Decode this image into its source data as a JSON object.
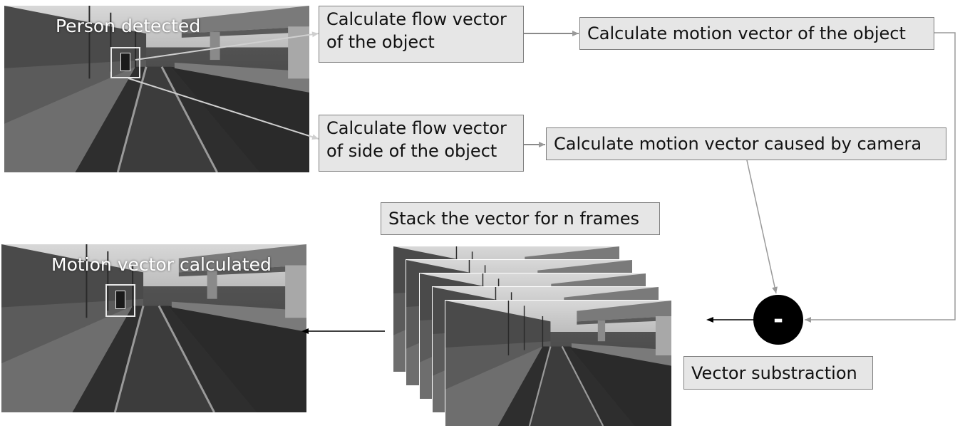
{
  "input_frame": {
    "label": "Person detected"
  },
  "output_frame": {
    "label": "Motion vector calculated"
  },
  "steps": {
    "flow_object": [
      "Calculate flow vector",
      "of the object"
    ],
    "motion_object": "Calculate motion vector of the object",
    "flow_side": [
      "Calculate flow vector",
      "of side of the object"
    ],
    "motion_camera": "Calculate motion vector caused by camera",
    "stack": "Stack the vector for n frames",
    "subtraction": "Vector substraction"
  },
  "operator": {
    "symbol": "-"
  },
  "colors": {
    "box_fill": "#e6e6e6",
    "box_border": "#7f7f7f",
    "arrow_gray": "#9a9a9a",
    "operator_fill": "#000000"
  }
}
